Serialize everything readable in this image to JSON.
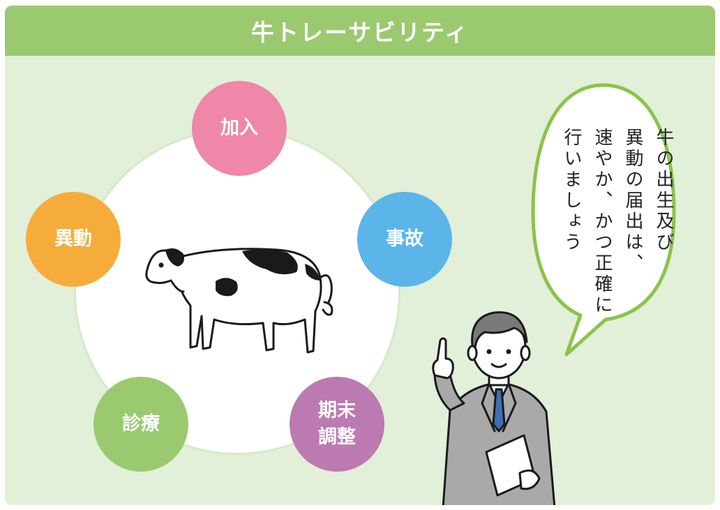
{
  "header": {
    "title": "牛トレーサビリティ"
  },
  "nodes": {
    "kanyu": "加入",
    "ido": "異動",
    "jiko": "事故",
    "shinryo": "診療",
    "kimatsu_line1": "期末",
    "kimatsu_line2": "調整"
  },
  "bubble": {
    "line1": "牛の出生及び",
    "line2": "異動の届出は、",
    "line3": "速やか、かつ正確に",
    "line4": "行いましょう"
  },
  "colors": {
    "header": "#9bc96f",
    "panel": "#e2efd9",
    "kanyu": "#ee87a8",
    "ido": "#f6ac3a",
    "jiko": "#5bb5e8",
    "shinryo": "#9bc96f",
    "kimatsu": "#bb7ab2"
  }
}
